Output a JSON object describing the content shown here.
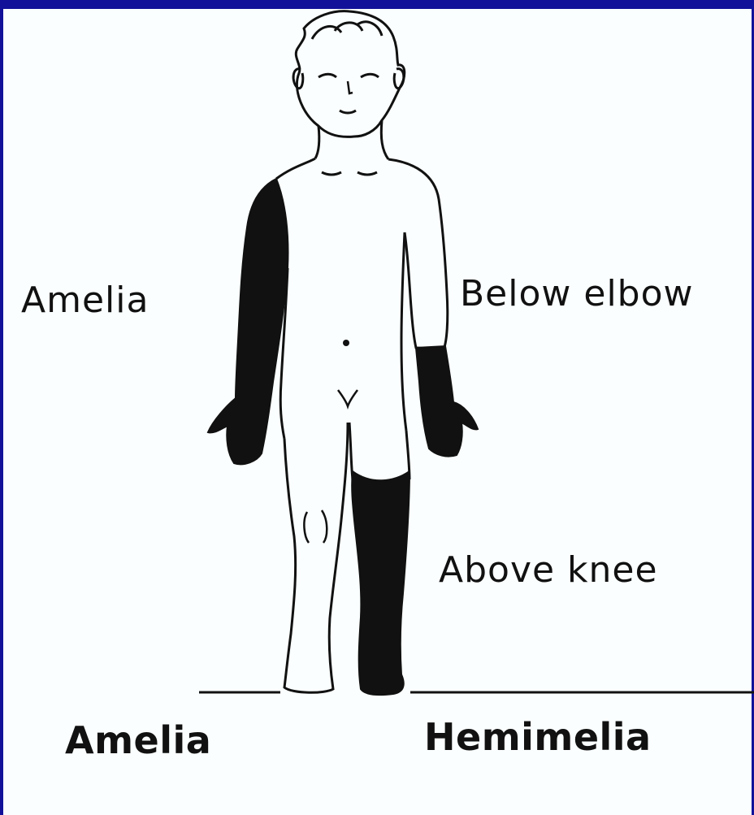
{
  "labels": {
    "amelia_side": "Amelia",
    "below_elbow": "Below elbow",
    "above_knee": "Above knee",
    "amelia_bottom": "Amelia",
    "hemimelia_bottom": "Hemimelia"
  },
  "colors": {
    "frame": "#111199",
    "background": "#fafeff",
    "ink": "#111111"
  }
}
